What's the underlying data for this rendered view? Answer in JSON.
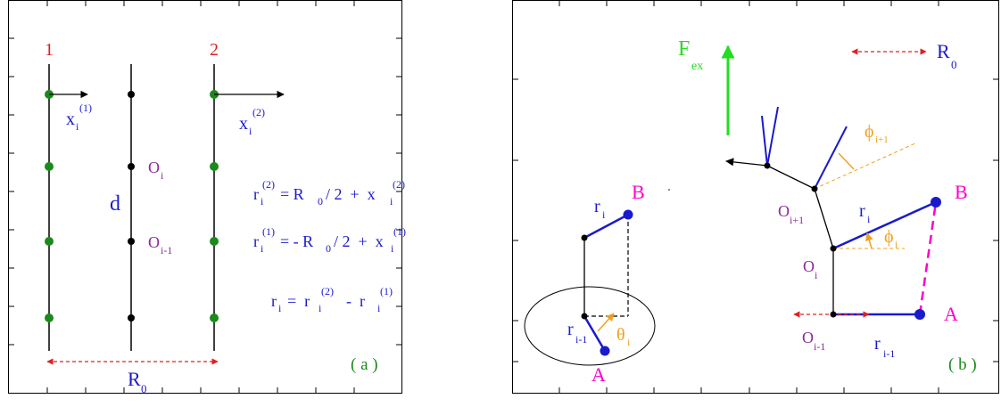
{
  "colors": {
    "frame": "#000000",
    "chain": "#000000",
    "node_green": "#1a8a1a",
    "strand_label": "#e02020",
    "formula": "#1a1acc",
    "site_label": "#8a2a9a",
    "panel_tag": "#1a8a1a",
    "dashed_arrow": "#e02020",
    "bond": "#1a1acc",
    "angle": "#f0a020",
    "endpoint": "#ff00cc",
    "force": "#22dd22"
  },
  "panel_a": {
    "strand1": "1",
    "strand2": "2",
    "x": "x",
    "i": "i",
    "sup1": "(1)",
    "sup2": "(2)",
    "d": "d",
    "O": "O",
    "i_minus_1": "i-1",
    "formula1": {
      "r": "r",
      "sub": "i",
      "sup": "(2)",
      "eq": "= R",
      "zero": "0",
      "rest": "/ 2  +  x",
      "xsub": "i",
      "xsup": "(2)"
    },
    "formula2": {
      "r": "r",
      "sub": "i",
      "sup": "(1)",
      "eq": "= - R",
      "zero": "0",
      "rest": "/ 2  +  x",
      "xsub": "i",
      "xsup": "(1)"
    },
    "formula3": {
      "r": "r",
      "sub": "i",
      "eq": "=  r",
      "sup2": "(2)",
      "minus": "-  r",
      "sup1": "(1)"
    },
    "R": "R",
    "zero": "0",
    "tag": "( a )"
  },
  "panel_b": {
    "F": "F",
    "ex": "ex",
    "R": "R",
    "zero": "0",
    "r": "r",
    "i": "i",
    "i_minus_1": "i-1",
    "i_plus_1": "i+1",
    "A": "A",
    "B": "B",
    "theta": "θ",
    "phi": "ϕ",
    "O": "O",
    "tag": "( b )"
  }
}
